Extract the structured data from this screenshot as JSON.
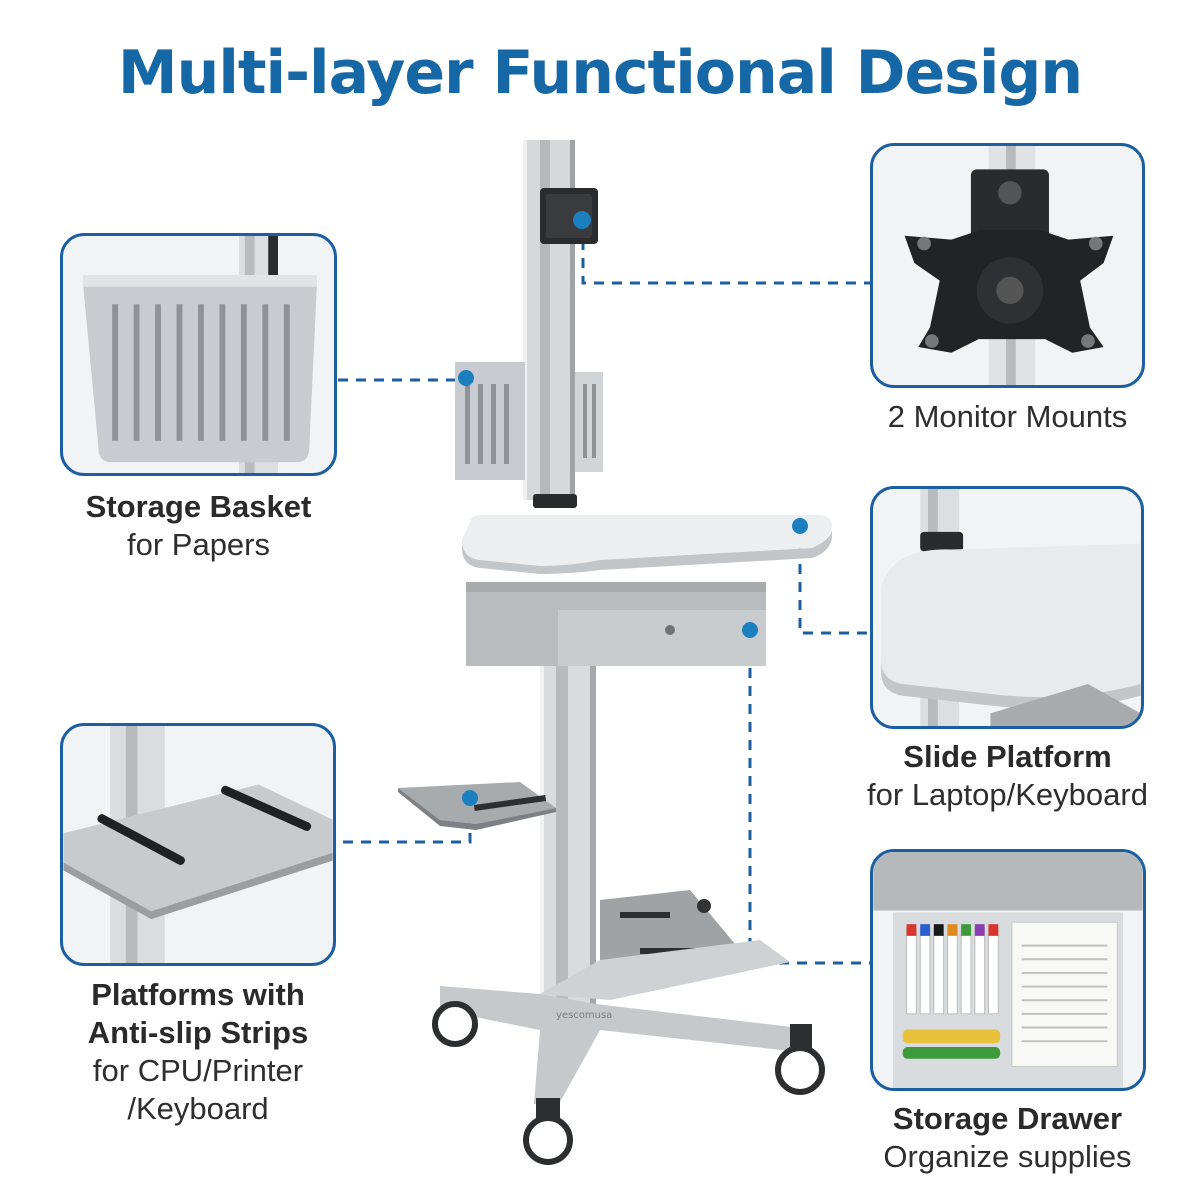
{
  "title": "Multi-layer Functional Design",
  "brand_color": "#1667a6",
  "accent_dot_color": "#1c7fc0",
  "features": {
    "monitor_mounts": {
      "label": "2 Monitor Mounts"
    },
    "storage_basket": {
      "title": "Storage Basket",
      "subtitle": "for Papers"
    },
    "slide_platform": {
      "title": "Slide Platform",
      "subtitle": "for Laptop/Keyboard"
    },
    "platforms_strips": {
      "title_line1": "Platforms with",
      "title_line2": "Anti-slip Strips",
      "subtitle_line1": "for CPU/Printer",
      "subtitle_line2": "/Keyboard"
    },
    "storage_drawer": {
      "title": "Storage Drawer",
      "subtitle": "Organize supplies"
    }
  },
  "brand_logo_text": "yescomusa"
}
